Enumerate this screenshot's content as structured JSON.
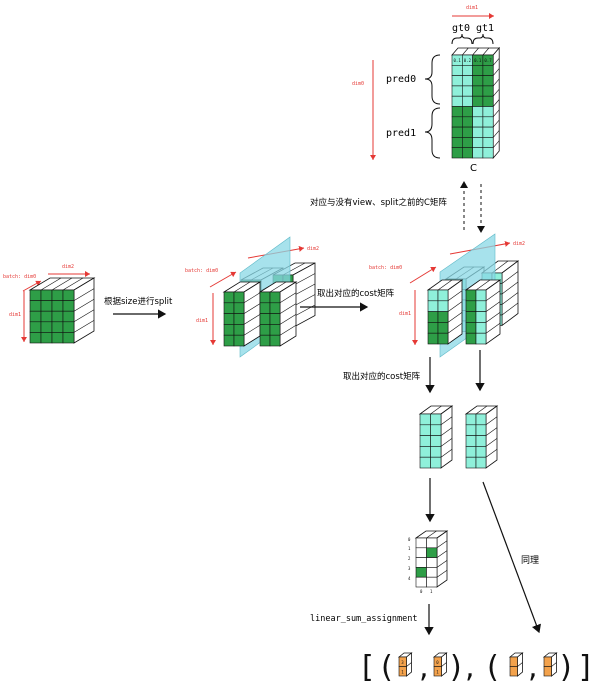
{
  "colors": {
    "green": "#2e9e47",
    "mint": "#8ff0da",
    "orange": "#f3a24c",
    "red": "#e53935",
    "plane": "#8ad8e6"
  },
  "top_matrix": {
    "dim1": "dim1",
    "dim0": "dim0",
    "gt0": "gt0",
    "gt1": "gt1",
    "pred0": "pred0",
    "pred1": "pred1",
    "c_label": "C",
    "cells": [
      "0.1",
      "0.2",
      "0.1",
      "0.7"
    ]
  },
  "note_c_matrix": "对应与没有view、split之前的C矩阵",
  "left_tensor": {
    "batch": "batch: dim0",
    "dim2": "dim2",
    "dim1": "dim1"
  },
  "arrow1_label": "根据size进行split",
  "mid_tensor": {
    "batch": "batch: dim0",
    "dim2": "dim2",
    "dim1": "dim1"
  },
  "arrow2_label": "取出对应的cost矩阵",
  "right_tensor": {
    "batch": "batch: dim0",
    "dim2": "dim2",
    "dim1": "dim1"
  },
  "arrow3_label": "取出对应的cost矩阵",
  "assign_matrix": {
    "rows": [
      "0",
      "1",
      "2",
      "3",
      "4"
    ],
    "cols": [
      "0",
      "1"
    ]
  },
  "same_label": "同理",
  "lsa_label": "linear_sum_assignment",
  "result": {
    "open": "[",
    "close": "]",
    "paren_open": "(",
    "paren_close": ")",
    "comma": ",",
    "tuple1": [
      [
        "3",
        "1"
      ],
      [
        "0",
        "1"
      ]
    ],
    "tuple2": [
      [
        "",
        ""
      ],
      [
        "",
        ""
      ]
    ]
  }
}
